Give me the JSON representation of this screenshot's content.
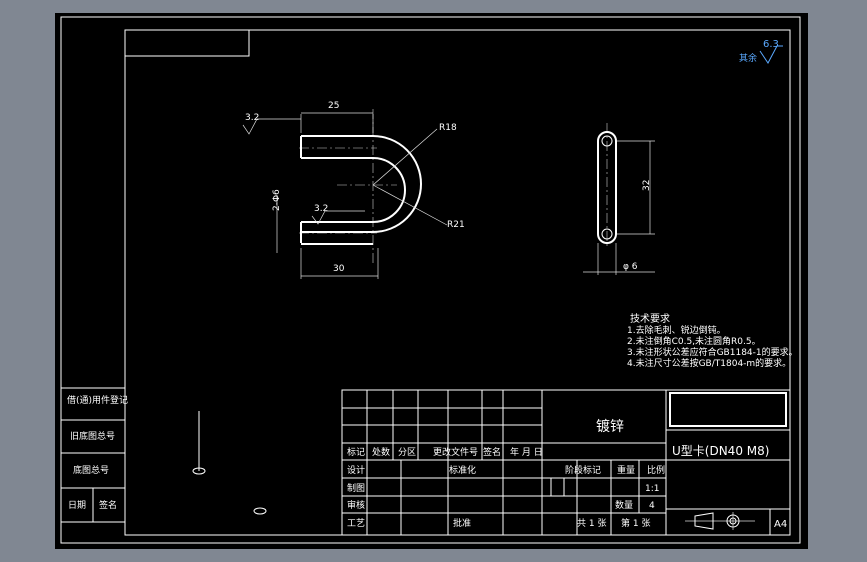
{
  "roughness": {
    "value": "6.3",
    "other": "其余"
  },
  "drawing": {
    "dim_top": "25",
    "dim_bottom": "30",
    "dim_r18": "R18",
    "dim_r21": "R21",
    "dim_phi": "2-Φ6",
    "rough_1": "3.2",
    "rough_2": "3.2",
    "side_dim_height": "32",
    "side_dim_phi": "φ 6"
  },
  "tech": {
    "title": "技术要求",
    "lines": [
      "1.去除毛刺、锐边倒钝。",
      "2.未注倒角C0.5,未注圆角R0.5。",
      "3.未注形状公差应符合GB1184-1的要求。",
      "4.未注尺寸公差按GB/T1804-m的要求。"
    ]
  },
  "side_table": {
    "row1": "借(通)用件登记",
    "row2": "旧底图总号",
    "row3": "底图总号",
    "row4a": "日期",
    "row4b": "签名"
  },
  "title_block": {
    "material": "镀锌",
    "part_name": "U型卡(DN40 M8)",
    "hdr_mark": "标记",
    "hdr_count": "处数",
    "hdr_zone": "分区",
    "hdr_doc": "更改文件号",
    "hdr_sign": "签名",
    "hdr_date": "年 月 日",
    "design": "设计",
    "standard": "标准化",
    "stage_mark": "阶段标记",
    "weight": "重量",
    "scale": "比例",
    "scale_val": "1:1",
    "draw": "制图",
    "check": "审核",
    "qty_label": "数量",
    "qty_val": "4",
    "process": "工艺",
    "approve": "批准",
    "sheets_total": "共 1 张",
    "sheet_no": "第 1 张",
    "size": "A4"
  }
}
